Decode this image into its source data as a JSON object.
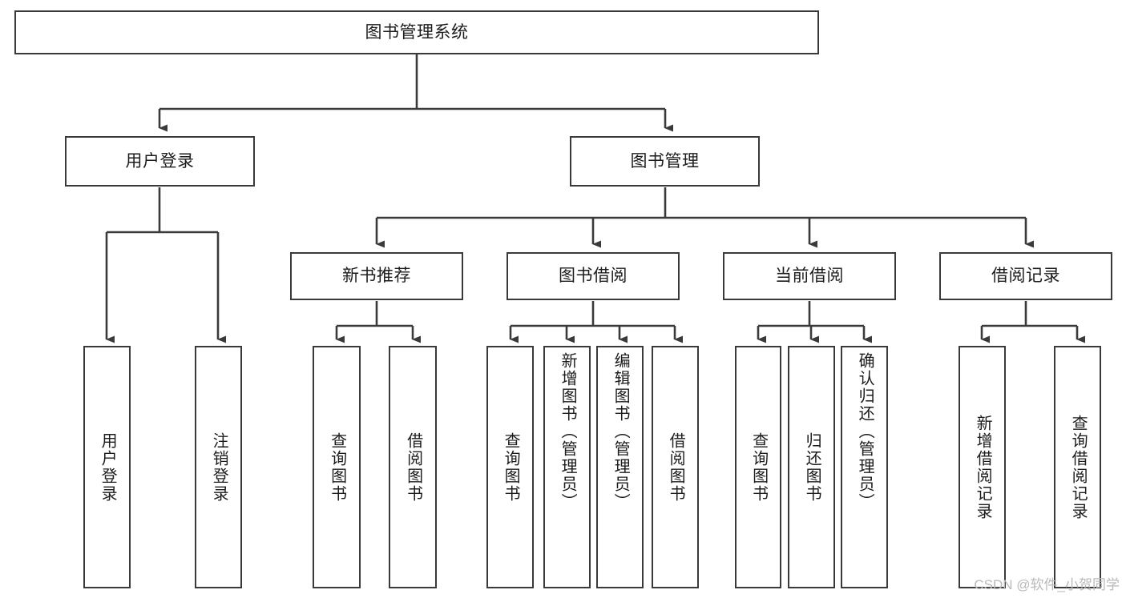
{
  "diagram": {
    "type": "tree-hierarchy-chart",
    "title": "图书管理系统",
    "watermark": "CSDN @软件_小贺同学",
    "colors": {
      "background": "#ffffff",
      "box_border": "#3a3a3a",
      "box_fill": "#ffffff",
      "connector": "#3a3a3a",
      "text": "#1c1c1c",
      "watermark": "#b9b9b9"
    },
    "nodes": {
      "root": {
        "label": "图书管理系统",
        "orientation": "horizontal"
      },
      "level2": [
        {
          "id": "user-login",
          "label": "用户登录",
          "orientation": "horizontal"
        },
        {
          "id": "book-manage",
          "label": "图书管理",
          "orientation": "horizontal"
        }
      ],
      "level3": [
        {
          "id": "new-book-recommend",
          "label": "新书推荐",
          "orientation": "horizontal"
        },
        {
          "id": "book-borrow",
          "label": "图书借阅",
          "orientation": "horizontal"
        },
        {
          "id": "current-borrow",
          "label": "当前借阅",
          "orientation": "horizontal"
        },
        {
          "id": "borrow-record",
          "label": "借阅记录",
          "orientation": "horizontal"
        }
      ],
      "leaves": {
        "user-login": [
          {
            "id": "leaf-user-login",
            "label": "用户登录",
            "orientation": "vertical"
          },
          {
            "id": "leaf-logout-login",
            "label": "注销登录",
            "orientation": "vertical"
          }
        ],
        "new-book-recommend": [
          {
            "id": "leaf-query-book-1",
            "label": "查询图书",
            "orientation": "vertical"
          },
          {
            "id": "leaf-borrow-book-1",
            "label": "借阅图书",
            "orientation": "vertical"
          }
        ],
        "book-borrow": [
          {
            "id": "leaf-query-book-2",
            "label": "查询图书",
            "orientation": "vertical"
          },
          {
            "id": "leaf-add-book",
            "label": "新增图书（管理员）",
            "orientation": "vertical"
          },
          {
            "id": "leaf-edit-book",
            "label": "编辑图书（管理员）",
            "orientation": "vertical"
          },
          {
            "id": "leaf-borrow-book-2",
            "label": "借阅图书",
            "orientation": "vertical"
          }
        ],
        "current-borrow": [
          {
            "id": "leaf-query-book-3",
            "label": "查询图书",
            "orientation": "vertical"
          },
          {
            "id": "leaf-return-book",
            "label": "归还图书",
            "orientation": "vertical"
          },
          {
            "id": "leaf-confirm-return",
            "label": "确认归还（管理员）",
            "orientation": "vertical"
          }
        ],
        "borrow-record": [
          {
            "id": "leaf-add-record",
            "label": "新增借阅记录",
            "orientation": "vertical"
          },
          {
            "id": "leaf-query-record",
            "label": "查询借阅记录",
            "orientation": "vertical"
          }
        ]
      }
    }
  }
}
